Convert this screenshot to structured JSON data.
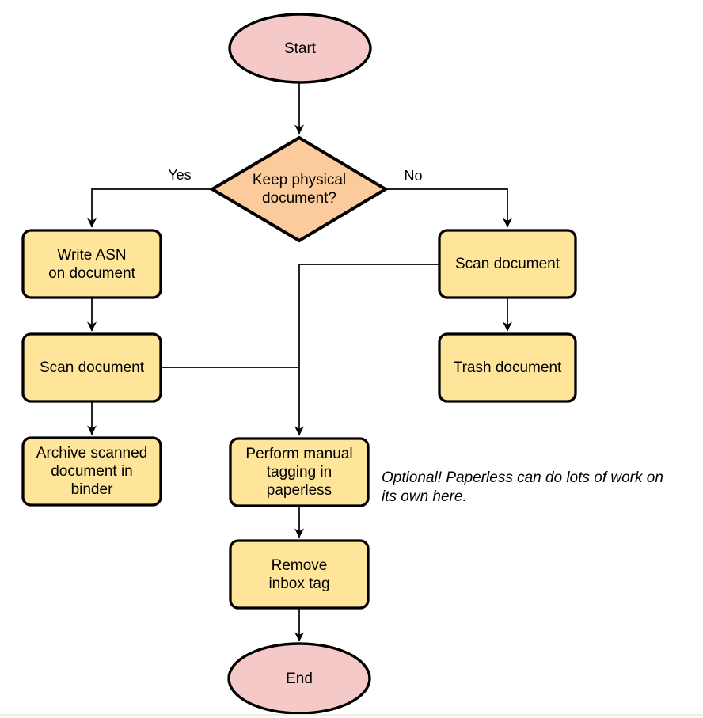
{
  "nodes": {
    "start": {
      "label": "Start"
    },
    "decision": {
      "lines": [
        "Keep physical",
        "document?"
      ]
    },
    "write_asn": {
      "lines": [
        "Write ASN",
        "on document"
      ]
    },
    "scan_left": {
      "label": "Scan document"
    },
    "archive": {
      "lines": [
        "Archive scanned",
        "document in",
        "binder"
      ]
    },
    "scan_right": {
      "label": "Scan document"
    },
    "trash": {
      "label": "Trash document"
    },
    "perform": {
      "lines": [
        "Perform manual",
        "tagging in",
        "paperless"
      ]
    },
    "remove": {
      "lines": [
        "Remove",
        "inbox tag"
      ]
    },
    "end": {
      "label": "End"
    }
  },
  "edge_labels": {
    "yes": "Yes",
    "no": "No"
  },
  "annotation": {
    "lines": [
      "Optional! Paperless can do lots of work on",
      "its own here."
    ]
  },
  "colors": {
    "terminator_fill": "#f6c9c9",
    "decision_fill": "#fccb9b",
    "process_fill": "#ffe59a",
    "stroke": "#000000",
    "background": "#ffffff"
  }
}
